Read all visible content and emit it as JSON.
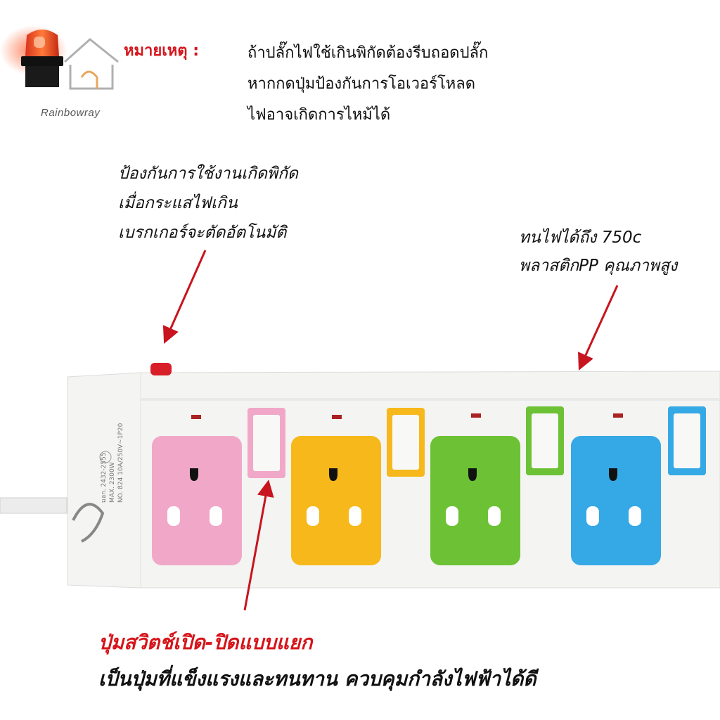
{
  "brand": {
    "name": "Rainbowray"
  },
  "note": {
    "label": "หมายเหตุ :",
    "lines": [
      "ถ้าปลั๊กไฟใช้เกินพิกัดต้องรีบถอดปลั๊ก",
      "หากกดปุ่มป้องกันการโอเวอร์โหลด",
      "ไฟอาจเกิดการไหม้ได้"
    ]
  },
  "callouts": {
    "breaker": {
      "lines": [
        "ป้องกันการใช้งานเกิดพิกัด",
        "เมื่อกระแสไฟเกิน",
        "เบรกเกอร์จะตัดอัตโนมัติ"
      ]
    },
    "material": {
      "lines": [
        "ทนไฟได้ถึง 750c",
        "พลาสติกPP คุณภาพสูง"
      ]
    },
    "switch": {
      "title": "ปุ่มสวิตช์เปิด-ปิดแบบแยก",
      "description": "เป็นปุ่มที่แข็งแรงและทนทาน ควบคุมกำลังไฟฟ้าได้ดี"
    }
  },
  "power_strip": {
    "body_color": "#f4f4f2",
    "breaker_color": "#d81e28",
    "arrow_color": "#c8141e",
    "outlet_colors": [
      "#f1a8c8",
      "#f6b81a",
      "#6cc234",
      "#35a8e6"
    ],
    "label_lines": [
      "มอก. 2432-2555",
      "MAX. 2300W",
      "NO. 824 10A/250V~1P20"
    ]
  }
}
